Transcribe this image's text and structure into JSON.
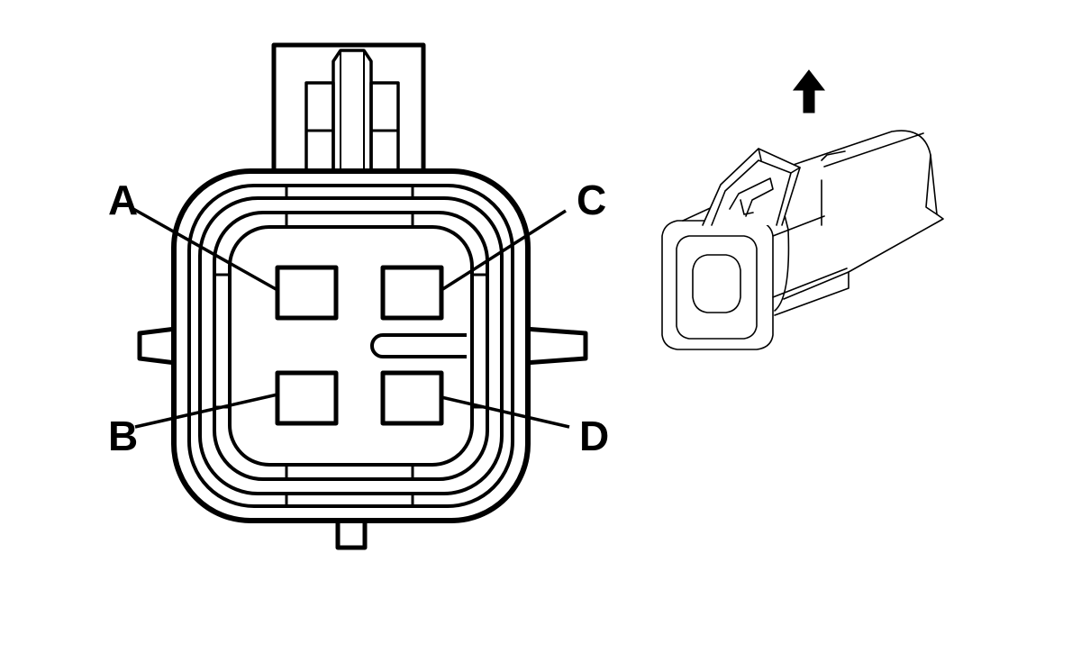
{
  "diagram": {
    "type": "connector-pinout",
    "pins": [
      {
        "id": "A",
        "label": "A"
      },
      {
        "id": "B",
        "label": "B"
      },
      {
        "id": "C",
        "label": "C"
      },
      {
        "id": "D",
        "label": "D"
      }
    ],
    "colors": {
      "stroke": "#000000",
      "background": "#ffffff"
    },
    "icons": {
      "orientation_arrow": "up-arrow-icon",
      "connector_3d_view": "connector-isometric-icon"
    }
  }
}
